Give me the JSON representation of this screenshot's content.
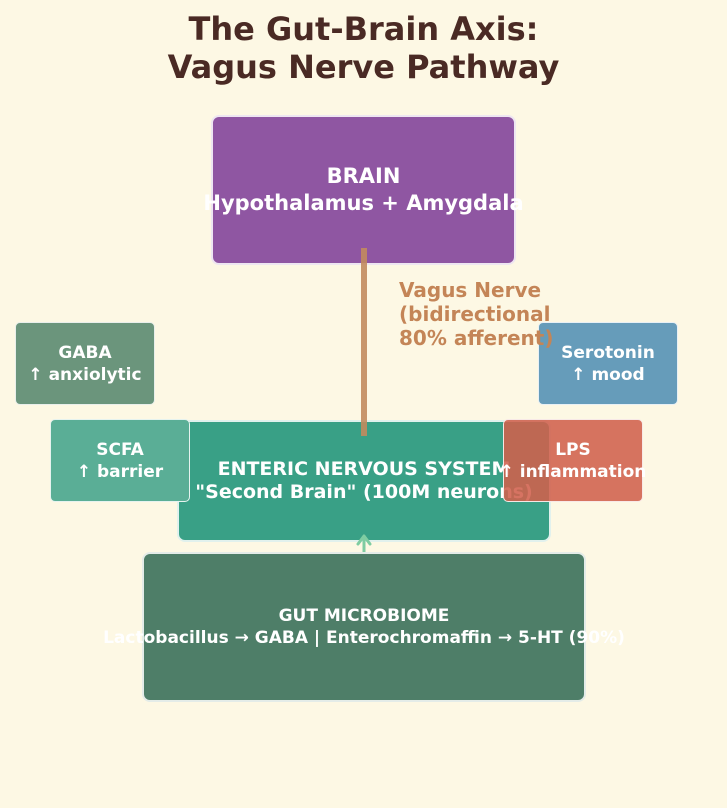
{
  "title": {
    "line1": "The Gut-Brain Axis:",
    "line2": "Vagus Nerve Pathway"
  },
  "brain": {
    "line1": "BRAIN",
    "line2": "Hypothalamus + Amygdala"
  },
  "vagus": {
    "line1": "Vagus Nerve",
    "line2": "(bidirectional",
    "line3": "80% afferent)"
  },
  "gaba": {
    "line1": "GABA",
    "line2": "↑ anxiolytic"
  },
  "serotonin": {
    "line1": "Serotonin",
    "line2": "↑ mood"
  },
  "scfa": {
    "line1": "SCFA",
    "line2": "↑ barrier"
  },
  "lps": {
    "line1": "LPS",
    "line2": "↑ inflammation"
  },
  "ens": {
    "line1": "ENTERIC NERVOUS SYSTEM",
    "line2": "\"Second Brain\" (100M neurons)"
  },
  "gut": {
    "line1": "GUT MICROBIOME",
    "line2": "Lactobacillus → GABA | Enterochromaffin → 5-HT (90%)"
  },
  "colors": {
    "background": "#fdf8e4",
    "brain": "#8f56a2",
    "ens": "#39a086",
    "gut": "#4e7e68",
    "gaba": "#6b957c",
    "serotonin": "#669cba",
    "scfa": "#5aae96",
    "lps": "#d0604c",
    "vagus": "#c28b5e",
    "title": "#4a2a24"
  }
}
